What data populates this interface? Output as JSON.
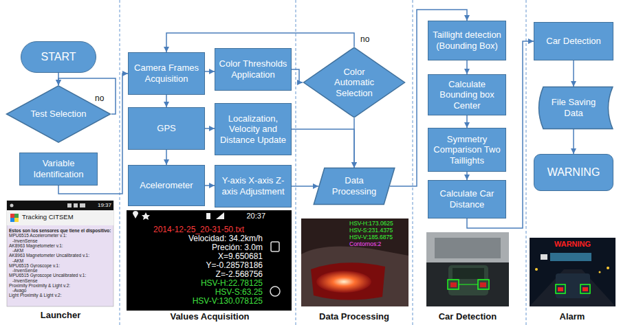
{
  "diagram": {
    "nodes": [
      {
        "text": [
          "START"
        ]
      },
      {
        "text": [
          "Test Selection"
        ]
      },
      {
        "text": [
          "Variable Identification"
        ]
      },
      {
        "text": [
          "Camera Frames Acquisition"
        ]
      },
      {
        "text": [
          "Color Thresholds Application"
        ]
      },
      {
        "text": [
          "Color Automatic Selection"
        ]
      },
      {
        "text": [
          "GPS"
        ]
      },
      {
        "text": [
          "Localization, Velocity and Distance Update"
        ]
      },
      {
        "text": [
          "Acelerometer"
        ]
      },
      {
        "text": [
          "Y-axis X-axis Z-axis Adjustment"
        ]
      },
      {
        "text": [
          "Data Processing"
        ]
      },
      {
        "text": [
          "Taillight detection (Bounding Box)"
        ]
      },
      {
        "text": [
          "Calculate Bounding box Center"
        ]
      },
      {
        "text": [
          "Symmetry Comparison Two Taillights"
        ]
      },
      {
        "text": [
          "Calculate Car Distance"
        ]
      },
      {
        "text": [
          "Car Detection"
        ]
      },
      {
        "text": [
          "File Saving Data"
        ]
      },
      {
        "text": [
          "WARNING"
        ]
      }
    ],
    "edges": [
      {
        "from": 0,
        "to": 1,
        "arrow": "to"
      },
      {
        "from": 1,
        "to": 1,
        "label": "no",
        "arrow": "to"
      },
      {
        "from": 2,
        "to": 3,
        "arrow": "to"
      },
      {
        "from": 3,
        "to": 4,
        "arrow": "to"
      },
      {
        "from": 4,
        "to": 5,
        "arrow": "to"
      },
      {
        "from": 5,
        "to": 3,
        "label": "no",
        "arrow": "to"
      },
      {
        "from": 3,
        "to": 6,
        "arrow": "to"
      },
      {
        "from": 6,
        "to": 7,
        "arrow": "to"
      },
      {
        "from": 6,
        "to": 8,
        "arrow": "to"
      },
      {
        "from": 8,
        "to": 9,
        "arrow": "to"
      },
      {
        "from": 7,
        "to": 10,
        "arrow": "to"
      },
      {
        "from": 9,
        "to": 10,
        "arrow": "to"
      },
      {
        "from": 5,
        "to": 10,
        "arrow": "to"
      },
      {
        "from": 10,
        "to": 11,
        "arrow": "to"
      },
      {
        "from": 11,
        "to": 12,
        "arrow": "to"
      },
      {
        "from": 12,
        "to": 13,
        "arrow": "to"
      },
      {
        "from": 13,
        "to": 14,
        "arrow": "to"
      },
      {
        "from": 14,
        "to": 15,
        "arrow": "to"
      },
      {
        "from": 15,
        "to": 16,
        "arrow": "to"
      },
      {
        "from": 16,
        "to": 17,
        "arrow": "to"
      }
    ],
    "labels": [
      "19:37",
      "Tracking CITSEM",
      "Estos son los sensores que tiene el dispositivo:",
      "MPU6515 Accelerometer v.1:",
      "-InvenSense",
      "AK8963 Magnetometer v.1:",
      "-AKM",
      "AK8963 Magnetometer Uncalibrated v.1:",
      "-AKM",
      "MPU6515 Gyroscope v.1:",
      "-InvenSense",
      "MPU6515 Gyroscope Uncalibrated v.1:",
      "-InvenSense",
      "Proximity Proximity & Light v.2:",
      "-Avago",
      "Light Proximity & Light v.2:",
      "Launcher",
      "20:37",
      "2014-12-25_20-31-50.txt",
      "Velocidad: 34.2km/h",
      "Preción: 3.0m",
      "X=9.650681",
      "Y=-0.28578186",
      "Z=-2.568756",
      "HSV-H:22.78125",
      "HSV-S:63.25",
      "HSV-V:130.078125",
      "Values Acquisition",
      "HSV-H:173.0625",
      "HSV-S:231.4375",
      "HSV-V:185.6875",
      "Contornos:2",
      "Data Processing",
      "Car Detection",
      "WARNING",
      "Alarm"
    ]
  }
}
